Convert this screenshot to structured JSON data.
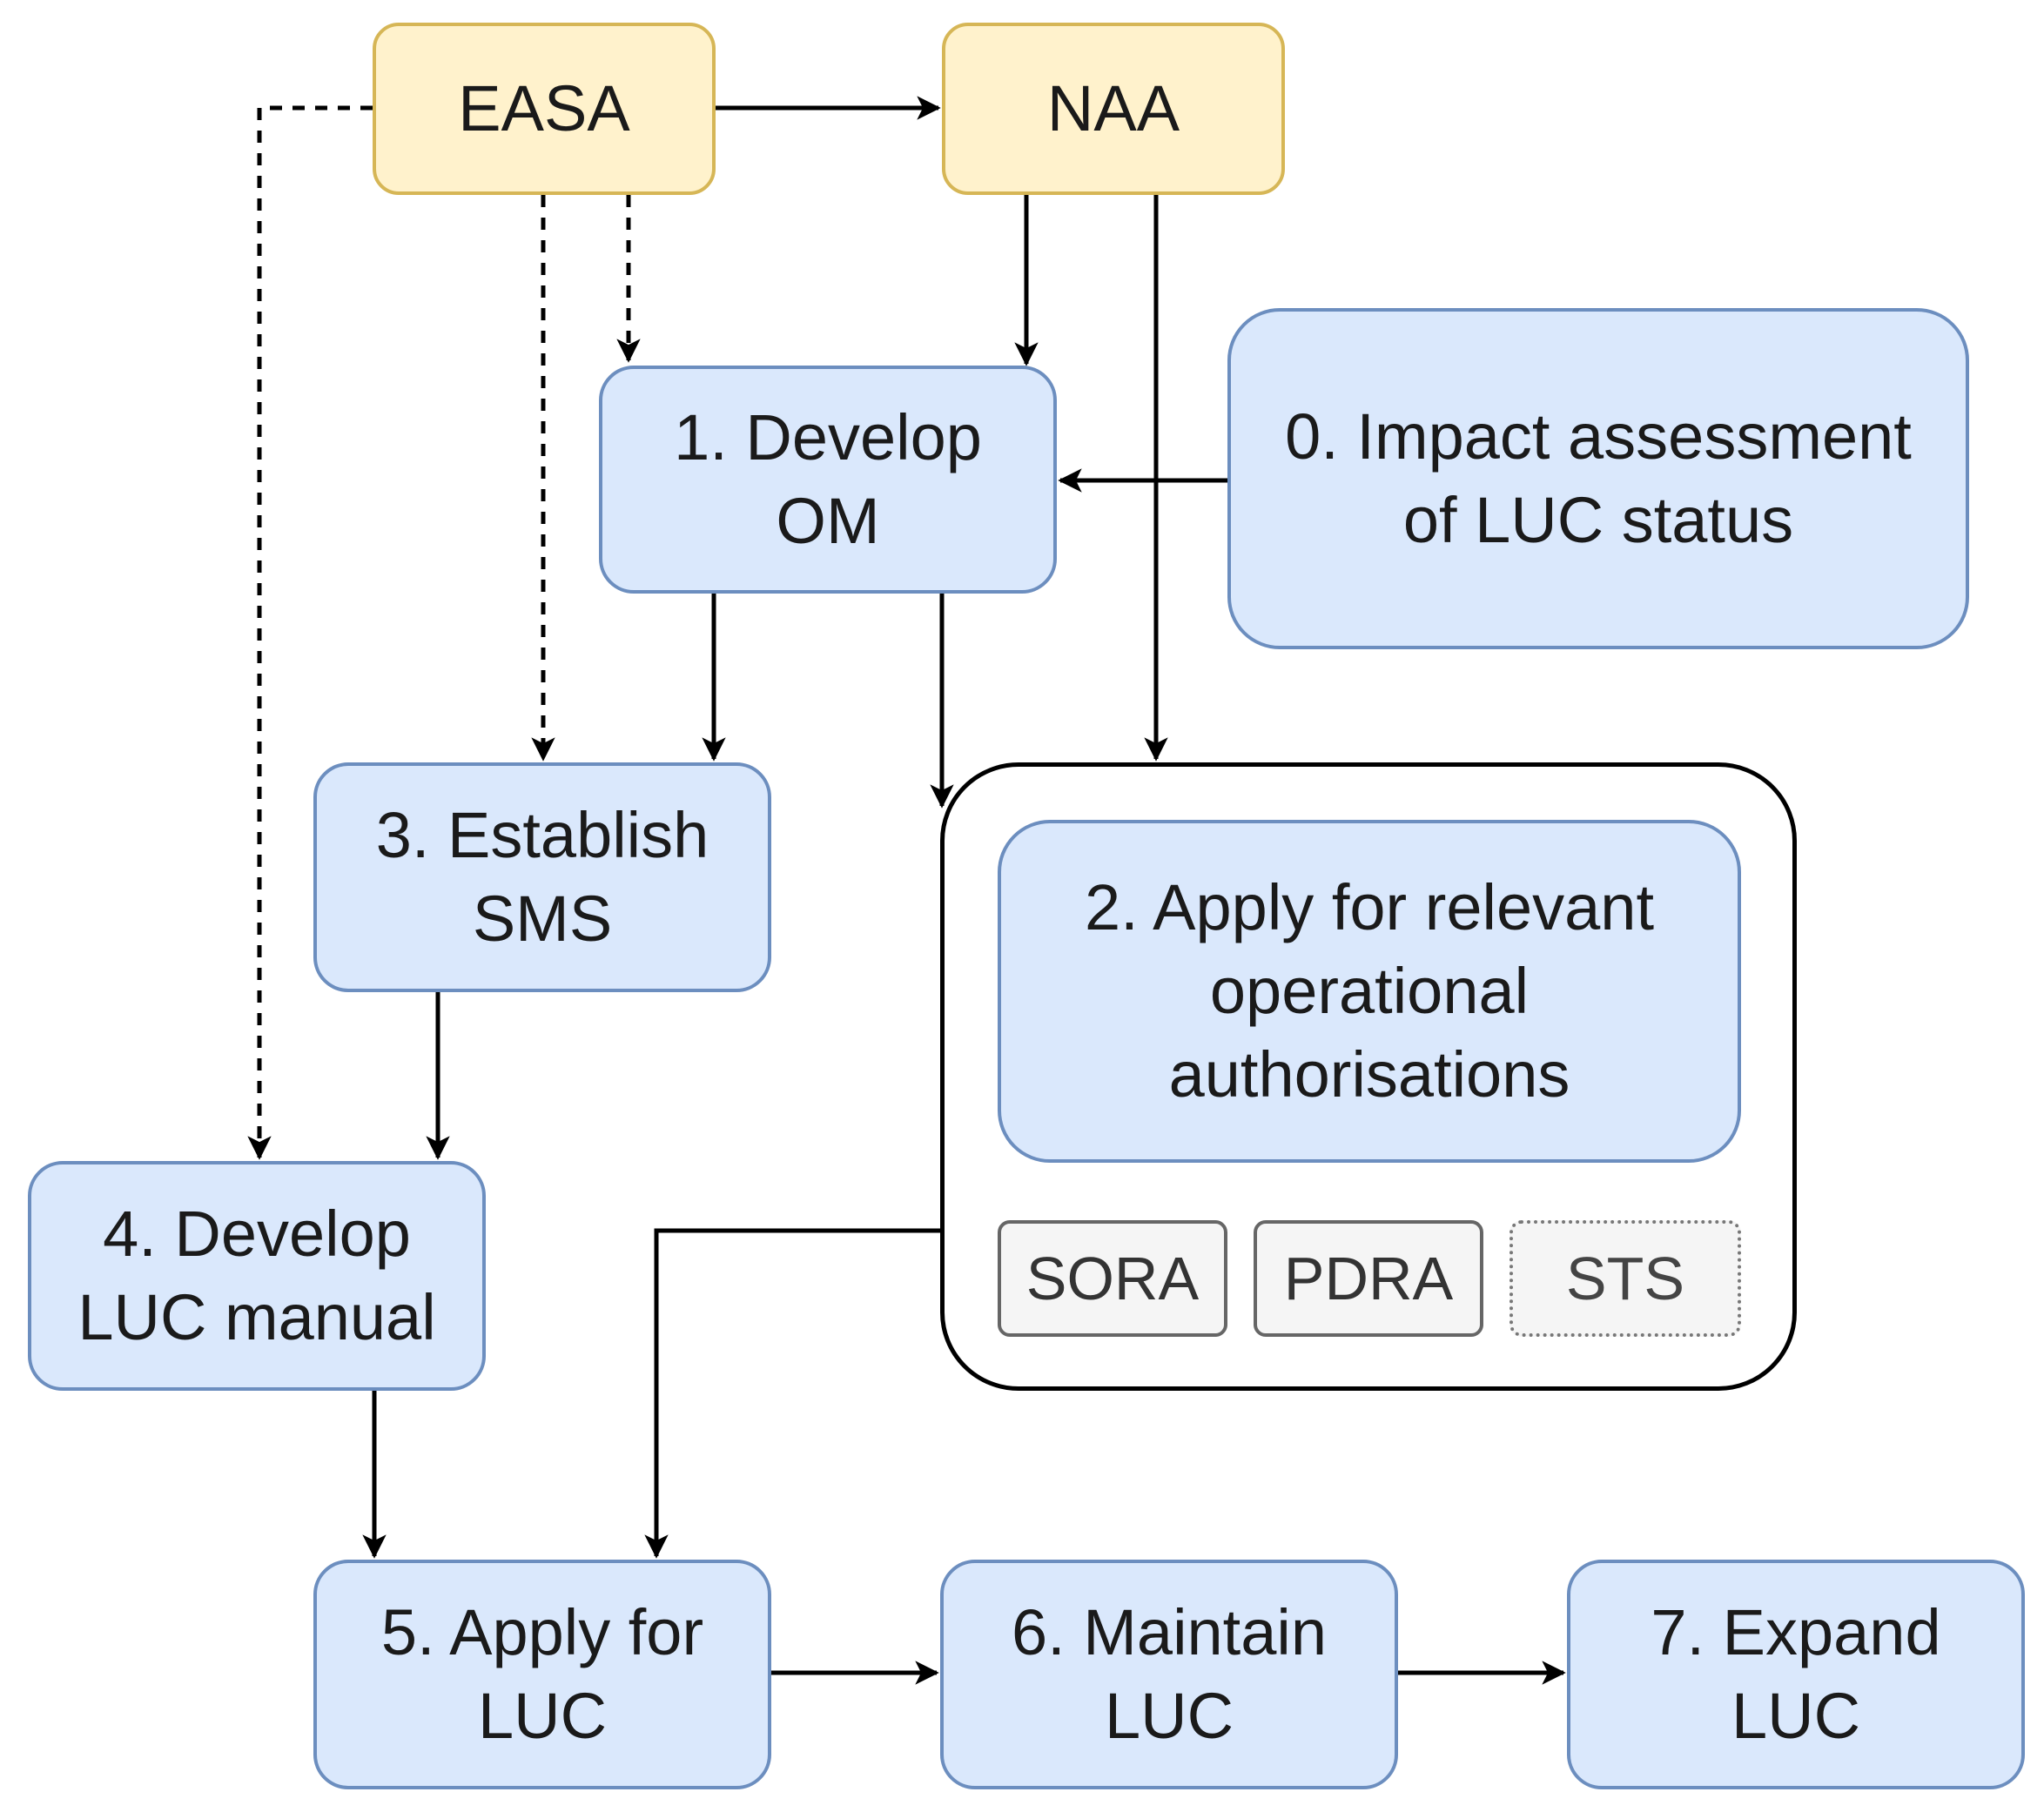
{
  "authorities": {
    "easa": "EASA",
    "naa": "NAA"
  },
  "steps": {
    "step0": "0. Impact assessment\nof LUC status",
    "step1": "1. Develop\nOM",
    "step2": "2. Apply for relevant\noperational\nauthorisations",
    "step3": "3. Establish\nSMS",
    "step4": "4. Develop\nLUC manual",
    "step5": "5. Apply for\nLUC",
    "step6": "6. Maintain\nLUC",
    "step7": "7. Expand\nLUC"
  },
  "methods": {
    "sora": "SORA",
    "pdra": "PDRA",
    "sts": "STS"
  },
  "colors": {
    "authority_fill": "#fff2cc",
    "authority_border": "#d6b656",
    "step_fill": "#dae8fc",
    "step_border": "#6c8ebf",
    "method_fill": "#f5f5f5",
    "method_border": "#666666",
    "connector": "#000000"
  }
}
